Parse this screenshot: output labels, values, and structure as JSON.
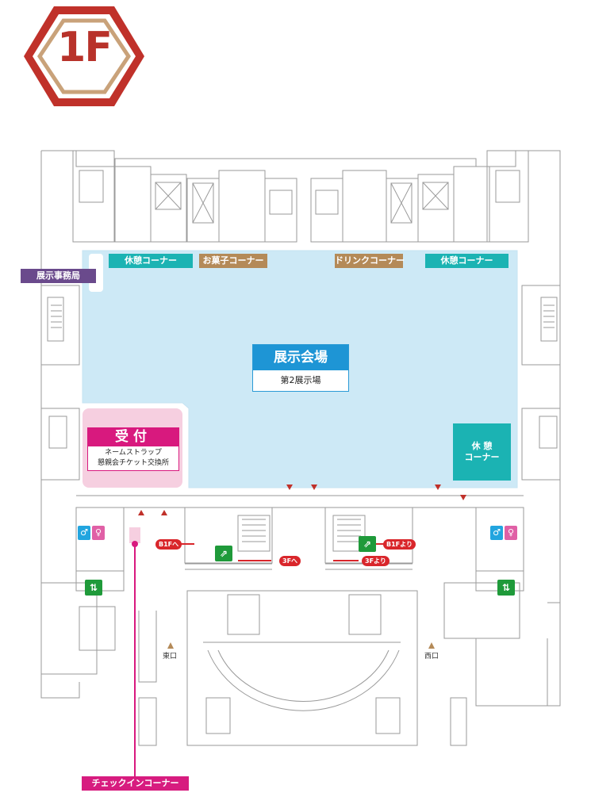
{
  "floor_badge": {
    "label": "1F",
    "colors": {
      "outer": "#c0312a",
      "inner": "#c9a27a"
    }
  },
  "areas": {
    "exhibit_hall": {
      "title": "展示会場",
      "subtitle": "第2展示場"
    },
    "reception": {
      "title": "受付",
      "lines": [
        "ネームストラップ",
        "懇親会チケット交換所"
      ]
    },
    "exhibit_office": "展示事務局",
    "rest_corner_left": "休憩コーナー",
    "sweets_corner": "お菓子コーナー",
    "drink_corner": "ドリンクコーナー",
    "rest_corner_right": "休憩コーナー",
    "rest_corner_box": {
      "line1": "休 憩",
      "line2": "コーナー"
    },
    "checkin_corner": "チェックインコーナー"
  },
  "escalators": {
    "left_to_b1": "B1Fへ",
    "left_to_3f": "3Fへ",
    "right_from_b1": "B1Fより",
    "right_from_3f": "3Fより"
  },
  "entrances": {
    "east": "東口",
    "west": "西口"
  },
  "icons": {
    "restroom_male": "restroom-male-icon",
    "restroom_female": "restroom-female-icon",
    "elevator": "elevator-icon",
    "escalator": "escalator-icon"
  },
  "colors": {
    "exhibit_area": "#cde9f6",
    "exhibit_accent": "#1e95d5",
    "reception_area": "#f6cfe0",
    "reception_accent": "#d8197e",
    "teal": "#1bb3b3",
    "brown": "#b48a58",
    "purple": "#6a4a8c",
    "arrow_red": "#d9262b"
  }
}
